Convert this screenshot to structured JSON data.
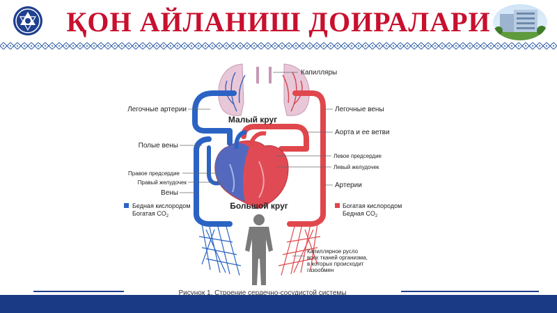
{
  "title": "ҚОН АЙЛАНИШ ДОИРАЛАРИ",
  "diagram": {
    "small_circle": "Малый круг",
    "big_circle": "Большой круг",
    "labels": {
      "capillaries": "Капилляры",
      "pulmonary_arteries": "Легочные артерии",
      "pulmonary_veins": "Легочные вены",
      "aorta": "Аорта и ее ветви",
      "vena_cava": "Полые вены",
      "left_atrium": "Левое предсердие",
      "left_ventricle": "Левый желудочек",
      "right_atrium": "Правое предсердие",
      "right_ventricle": "Правый желудочек",
      "veins": "Вены",
      "arteries": "Артерии",
      "capillary_bed_1": "Капиллярное русло",
      "capillary_bed_2": "всех тканей организма,",
      "capillary_bed_3": "в которых происходит",
      "capillary_bed_4": "газообмен"
    },
    "legend": {
      "blue_line1": "Бедная кислородом",
      "blue_line2": "Богатая CO",
      "red_line1": "Богатая кислородом",
      "red_line2": "Бедная CO",
      "subscript": "2",
      "blue_color": "#2b63c4",
      "red_color": "#e0474c"
    }
  },
  "caption": "Рисунок 1. Строение сердечно-сосудистой системы",
  "colors": {
    "title": "#c8102e",
    "footer": "#1a3a85",
    "ornament": "#2a5aa8",
    "vessel_blue": "#2b63c4",
    "vessel_red": "#e0474c"
  }
}
